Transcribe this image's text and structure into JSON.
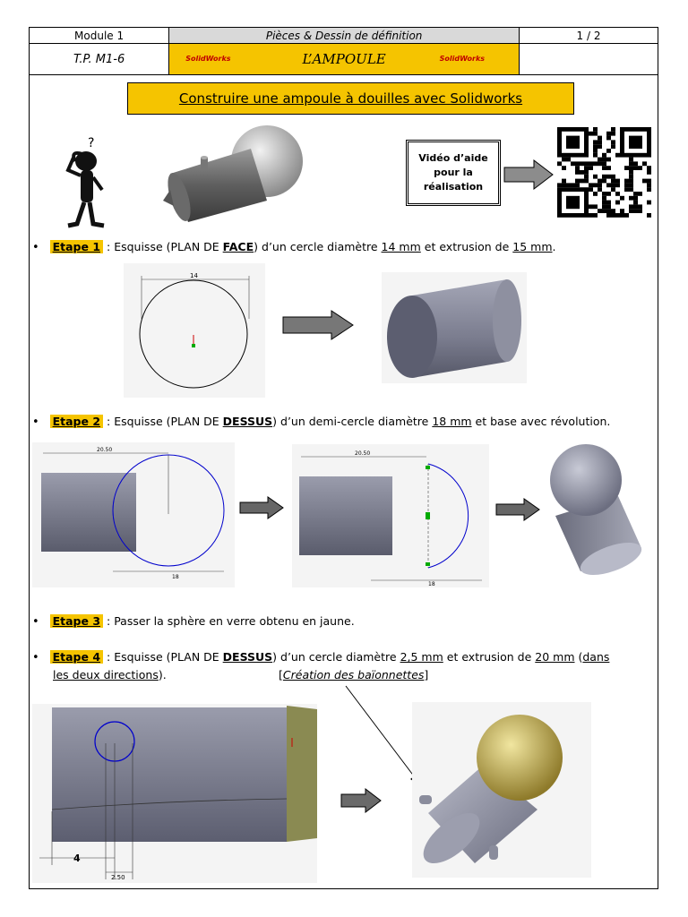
{
  "header": {
    "module": "Module 1",
    "subject": "Pièces & Dessin de définition",
    "page": "1 / 2",
    "tp": "T.P. M1-6",
    "title": "L’AMPOULE",
    "logo_text": "SolidWorks"
  },
  "main_title": "Construire une ampoule à douilles avec Solidworks",
  "video_box": [
    "Vidéo d’aide",
    "pour la",
    "réalisation"
  ],
  "steps": [
    {
      "label": "Etape 1",
      "t1": " : Esquisse (PLAN DE ",
      "plan": "FACE",
      "t2": ") d’un cercle diamètre ",
      "v1": "14 mm",
      "t3": " et extrusion de ",
      "v2": "15 mm",
      "t4": ".",
      "dim": "14"
    },
    {
      "label": "Etape 2",
      "t1": " : Esquisse (PLAN DE ",
      "plan": "DESSUS",
      "t2": ") d’un demi-cercle diamètre ",
      "v1": "18 mm",
      "t3": " et base avec révolution.",
      "dim_a": "20.50",
      "dim_b": "18"
    },
    {
      "label": "Etape 3",
      "text": " : Passer la sphère en verre obtenu en jaune."
    },
    {
      "label": "Etape 4",
      "t1": " : Esquisse (PLAN DE ",
      "plan": "DESSUS",
      "t2": ") d’un cercle diamètre ",
      "v1": "2,5 mm",
      "t3": " et extrusion de ",
      "v2": "20 mm",
      "t4": " (",
      "v3a": "dans",
      "v3b": "les deux directions",
      "t5": ").",
      "note": "Création des baïonnettes",
      "dim_a": "4",
      "dim_b": "2.50"
    }
  ],
  "colors": {
    "accent": "#f5c400",
    "header_gray": "#d9d9d9",
    "sketch_blue": "#0000cc"
  }
}
